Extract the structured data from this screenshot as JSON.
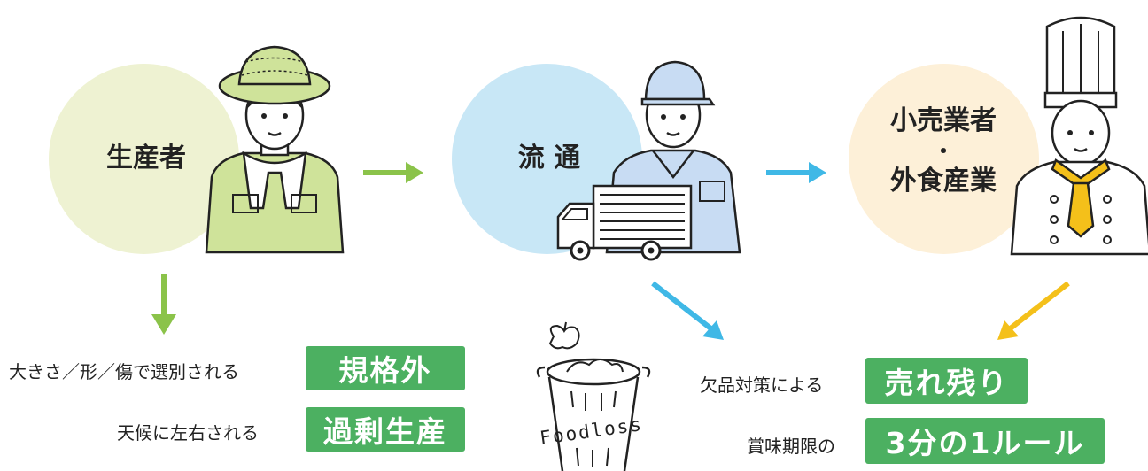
{
  "stages": {
    "producer": {
      "label": "生産者"
    },
    "distribution": {
      "label": "流 通"
    },
    "retail": {
      "line1": "小売業者",
      "dot": "・",
      "line2": "外食産業"
    }
  },
  "causes": {
    "size_shape": {
      "text": "大きさ／形／傷で選別される",
      "tag": "規格外"
    },
    "weather": {
      "text": "天候に左右される",
      "tag": "過剰生産"
    },
    "shortage": {
      "text": "欠品対策による",
      "tag": "売れ残り"
    },
    "expiry": {
      "text": "賞味期限の",
      "tag": "3分の1ルール"
    }
  },
  "bin": {
    "label": "Foodloss"
  },
  "colors": {
    "green": "#8bc34a",
    "tag_green": "#4cb061",
    "blue": "#3fb8e6",
    "yellow": "#f4c01a",
    "circle_green": "#eef2d2",
    "circle_blue": "#c8e7f6",
    "circle_peach": "#fdf0d8"
  }
}
